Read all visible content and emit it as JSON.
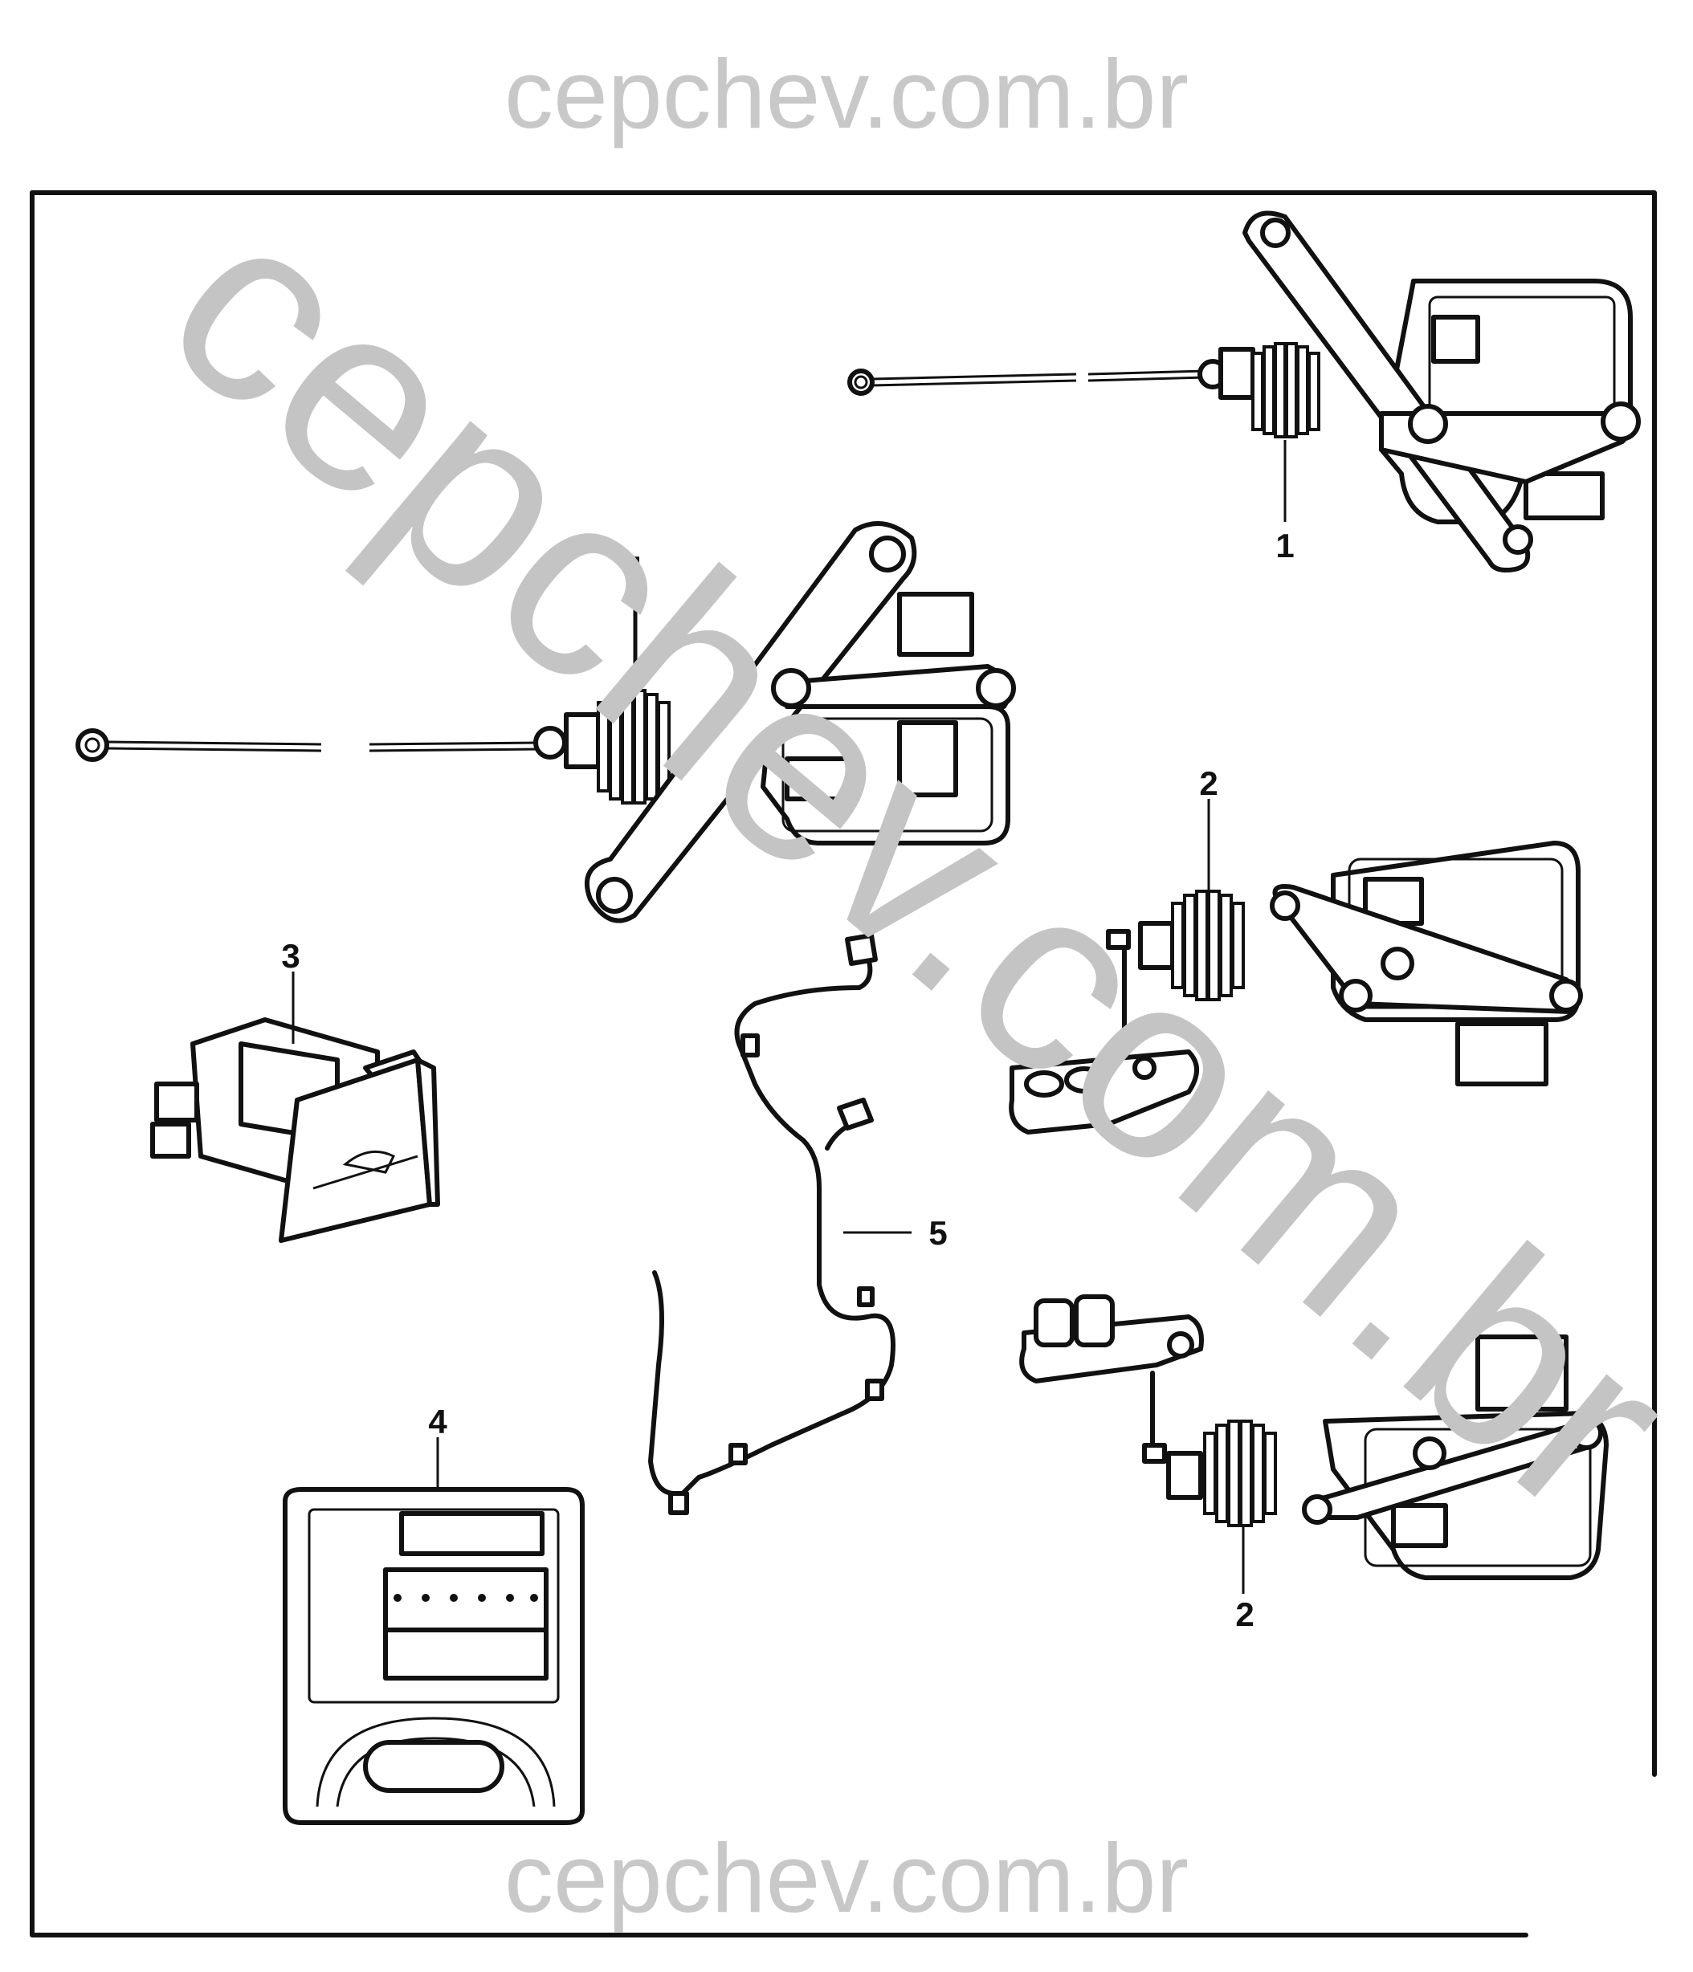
{
  "watermark": {
    "top": "cepchev.com.br",
    "bottom": "cepchev.com.br",
    "diagonal": "cepchev.com.br"
  },
  "callouts": {
    "actuator_top_right": "1",
    "actuator_left": "1",
    "actuator_middle_right": "2",
    "actuator_bottom_right": "2",
    "switch": "3",
    "control_module": "4",
    "wiring_harness": "5"
  },
  "colors": {
    "line": "#111111",
    "watermark": "#c8c8c8",
    "background": "#ffffff"
  }
}
